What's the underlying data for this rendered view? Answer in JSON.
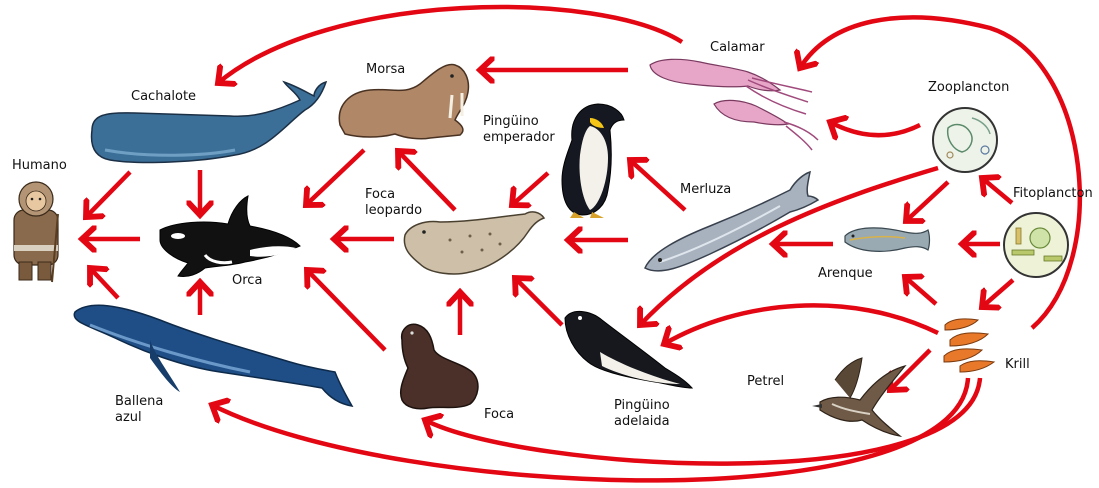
{
  "title": "",
  "colors": {
    "arrow": "#e30613",
    "background": "#ffffff"
  },
  "organisms": {
    "humano": {
      "label": "Humano",
      "icon": "inuit-person-icon"
    },
    "cachalote": {
      "label": "Cachalote",
      "icon": "sperm-whale-icon"
    },
    "orca": {
      "label": "Orca",
      "icon": "orca-icon"
    },
    "ballena_azul": {
      "label_line1": "Ballena",
      "label_line2": "azul",
      "icon": "blue-whale-icon"
    },
    "morsa": {
      "label": "Morsa",
      "icon": "walrus-icon"
    },
    "foca_leopardo": {
      "label_line1": "Foca",
      "label_line2": "leopardo",
      "icon": "leopard-seal-icon"
    },
    "foca": {
      "label": "Foca",
      "icon": "seal-icon"
    },
    "pinguino_emperador": {
      "label_line1": "Pingüino",
      "label_line2": "emperador",
      "icon": "emperor-penguin-icon"
    },
    "pinguino_adelaida": {
      "label_line1": "Pingüino",
      "label_line2": "adelaida",
      "icon": "adelie-penguin-icon"
    },
    "calamar": {
      "label": "Calamar",
      "icon": "squid-icon"
    },
    "merluza": {
      "label": "Merluza",
      "icon": "hake-icon"
    },
    "zooplancton": {
      "label": "Zooplancton",
      "icon": "zooplankton-icon"
    },
    "fitoplancton": {
      "label": "Fitoplancton",
      "icon": "phytoplankton-icon"
    },
    "arenque": {
      "label": "Arenque",
      "icon": "herring-icon"
    },
    "krill": {
      "label": "Krill",
      "icon": "krill-icon"
    },
    "petrel": {
      "label": "Petrel",
      "icon": "petrel-icon"
    }
  }
}
